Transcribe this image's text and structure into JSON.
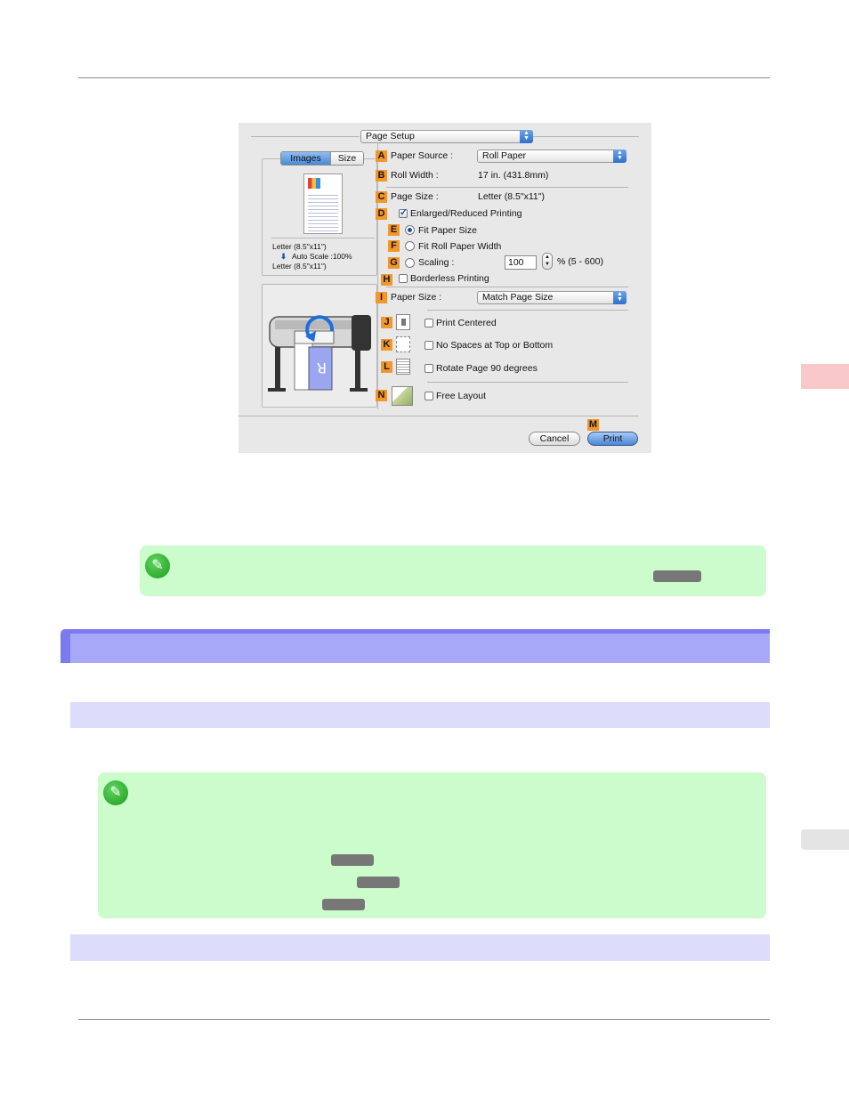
{
  "dialog": {
    "page_setup_label": "Page Setup",
    "tabs": [
      "Images",
      "Size"
    ],
    "preview": {
      "line1": "Letter (8.5\"x11\")",
      "line2": "Auto Scale :100%",
      "line3": "Letter (8.5\"x11\")",
      "arrow_icon": "down-arrow-icon"
    },
    "rows": {
      "A": {
        "badge": "A",
        "label": "Paper Source :",
        "value": "Roll Paper"
      },
      "B": {
        "badge": "B",
        "label": "Roll Width :",
        "value": "17 in. (431.8mm)"
      },
      "C": {
        "badge": "C",
        "label": "Page Size :",
        "value": "Letter (8.5\"x11\")"
      },
      "D": {
        "badge": "D",
        "label": "Enlarged/Reduced Printing",
        "checked": true
      },
      "E": {
        "badge": "E",
        "label": "Fit Paper Size",
        "selected": true
      },
      "F": {
        "badge": "F",
        "label": "Fit Roll Paper Width",
        "selected": false
      },
      "G": {
        "badge": "G",
        "label": "Scaling :",
        "value": "100",
        "range": "% (5 - 600)",
        "selected": false
      },
      "H": {
        "badge": "H",
        "label": "Borderless Printing",
        "checked": false
      },
      "I": {
        "badge": "I",
        "label": "Paper Size :",
        "value": "Match Page Size"
      },
      "J": {
        "badge": "J",
        "label": "Print Centered",
        "checked": false
      },
      "K": {
        "badge": "K",
        "label": "No Spaces at Top or Bottom",
        "checked": false
      },
      "L": {
        "badge": "L",
        "label": "Rotate Page 90 degrees",
        "checked": false
      },
      "N": {
        "badge": "N",
        "label": "Free Layout",
        "checked": false
      }
    },
    "m_badge": "M",
    "cancel_label": "Cancel",
    "print_label": "Print"
  },
  "colors": {
    "badge": "#f2962e",
    "note_bg": "#ccfccc",
    "section_header": "#a8a8f8",
    "subsection_band": "#ddddfb",
    "side_tab": "#f9c9c9"
  },
  "icons": {
    "note": "pencil-note-icon"
  }
}
